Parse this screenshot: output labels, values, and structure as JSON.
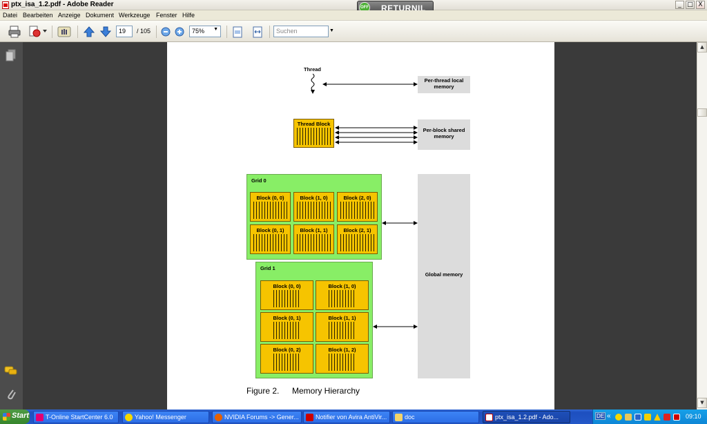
{
  "window": {
    "title": "ptx_isa_1.2.pdf - Adobe Reader",
    "controls": [
      "_",
      "□",
      "X"
    ]
  },
  "returnil": {
    "badge": "OFF",
    "label": "RETURNIL"
  },
  "menubar": {
    "items": [
      "Datei",
      "Bearbeiten",
      "Anzeige",
      "Dokument",
      "Werkzeuge",
      "Fenster",
      "Hilfe"
    ]
  },
  "toolbar": {
    "page_current": "19",
    "page_total": "/ 105",
    "zoom": "75%",
    "search_placeholder": "Suchen"
  },
  "document": {
    "thread_label": "Thread",
    "per_thread_memory": "Per-thread local memory",
    "thread_block_label": "Thread Block",
    "per_block_memory": "Per-block shared memory",
    "global_memory": "Global memory",
    "grid0": {
      "label": "Grid 0",
      "blocks": [
        "Block (0, 0)",
        "Block (1, 0)",
        "Block (2, 0)",
        "Block (0, 1)",
        "Block (1, 1)",
        "Block (2, 1)"
      ]
    },
    "grid1": {
      "label": "Grid 1",
      "blocks": [
        "Block (0, 0)",
        "Block (1, 0)",
        "Block (0, 1)",
        "Block (1, 1)",
        "Block (0, 2)",
        "Block (1, 2)"
      ]
    },
    "figure_number": "Figure 2.",
    "figure_caption": "Memory Hierarchy"
  },
  "taskbar": {
    "start": "Start",
    "tasks": [
      "T-Online StartCenter 6.0",
      "Yahoo! Messenger",
      "NVIDIA Forums -> Gener...",
      "Notifier von Avira AntiVir...",
      "doc",
      "ptx_isa_1.2.pdf - Ado..."
    ],
    "tray_lang": "DE",
    "tray_chevron": "«",
    "clock": "09:10"
  }
}
